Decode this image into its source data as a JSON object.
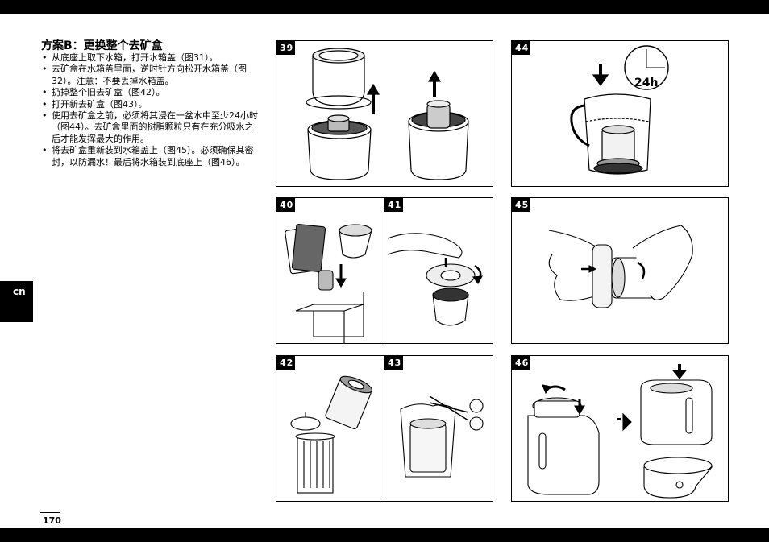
{
  "section": {
    "title": "方案B：更换整个去矿盒",
    "items": [
      "从底座上取下水箱，打开水箱盖（图31）。",
      "去矿盒在水箱盖里面，逆时针方向松开水箱盖（图32）。注意：不要丢掉水箱盖。",
      "扔掉整个旧去矿盒（图42）。",
      "打开新去矿盒（图43）。",
      "使用去矿盒之前，必须将其浸在一盆水中至少24小时（图44）。去矿盒里面的树脂颗粒只有在充分吸水之后才能发挥最大的作用。",
      "将去矿盒重新装到水箱盖上（图45）。必须确保其密封，以防漏水！最后将水箱装到底座上（图46）。"
    ]
  },
  "side_tab": "cn",
  "page_number": "170",
  "figures": {
    "f39": "39",
    "f40": "40",
    "f41": "41",
    "f42": "42",
    "f43": "43",
    "f44": "44",
    "f45": "45",
    "f46": "46"
  },
  "clock_label": "24h"
}
